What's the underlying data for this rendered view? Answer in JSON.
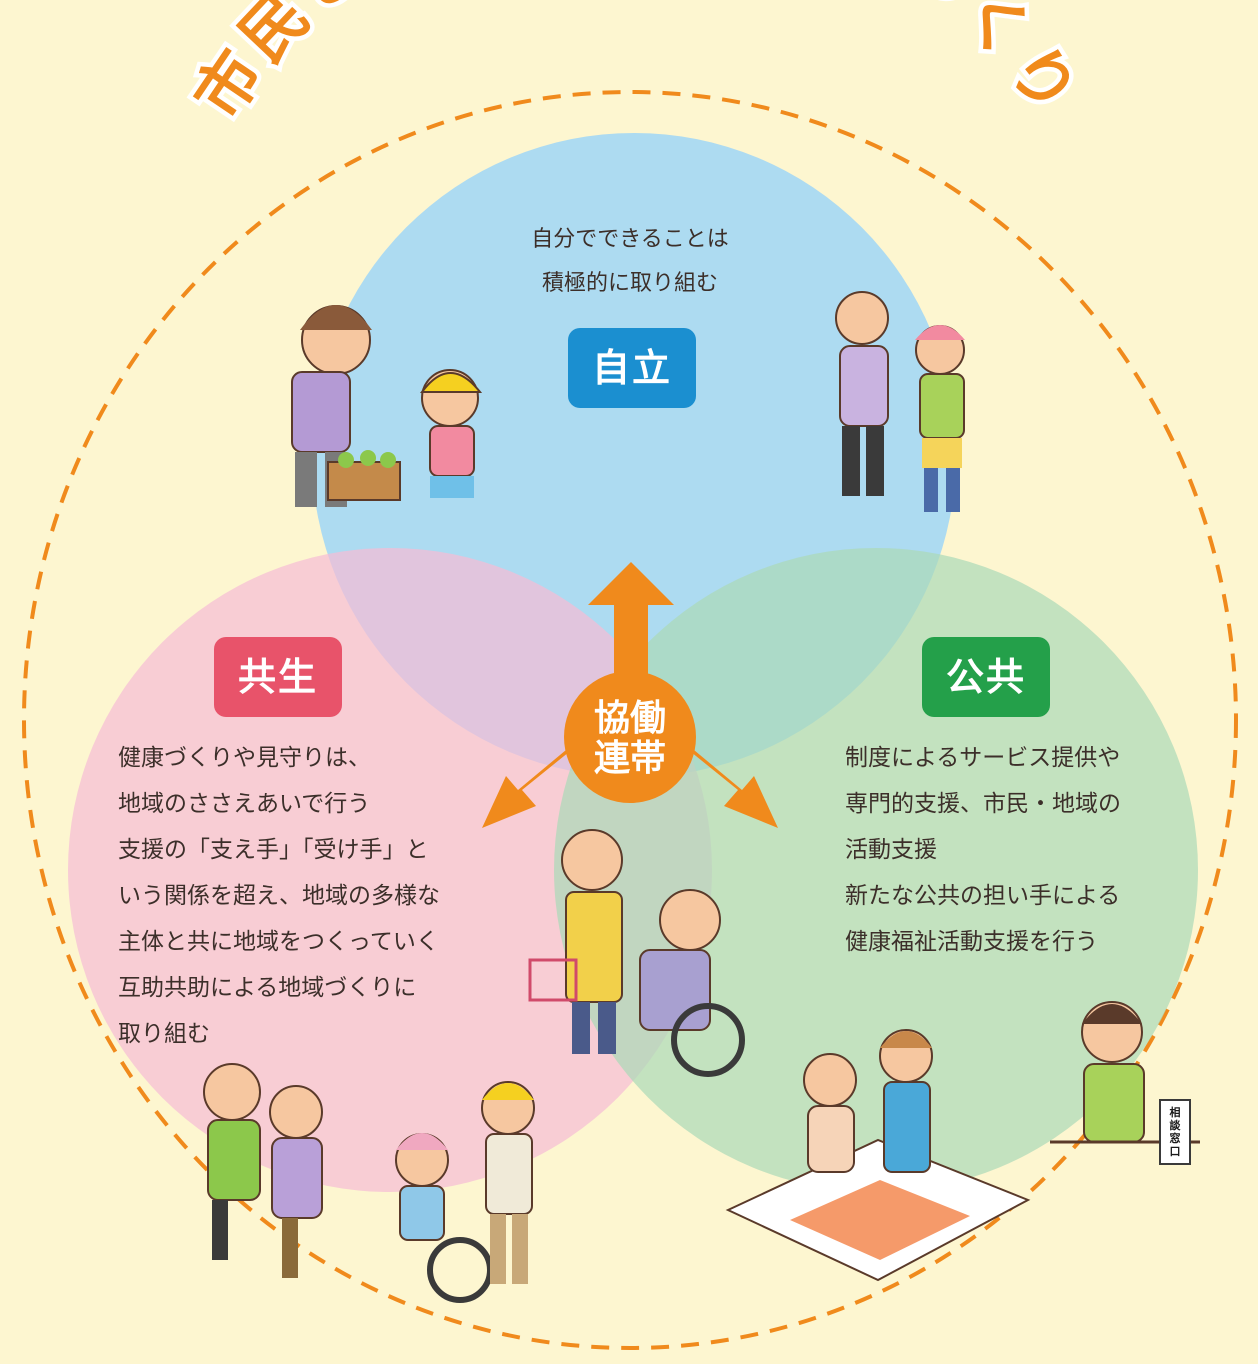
{
  "title": "市民と市との協働のまちづくり",
  "center": {
    "line1": "協働",
    "line2": "連帯"
  },
  "jiritsu": {
    "label": "自立",
    "lines": [
      "自分でできることは",
      "積極的に取り組む"
    ]
  },
  "kyosei": {
    "label": "共生",
    "lines": [
      "健康づくりや見守りは、",
      "地域のささえあいで行う",
      "支援の「支え手」「受け手」と",
      "いう関係を超え、地域の多様な",
      "主体と共に地域をつくっていく",
      "互助共助による地域づくりに",
      "取り組む"
    ]
  },
  "kokyo": {
    "label": "公共",
    "lines": [
      "制度によるサービス提供や",
      "専門的支援、市民・地域の",
      "活動支援",
      "新たな公共の担い手による",
      "健康福祉活動支援を行う"
    ]
  },
  "sign": "相談窓口",
  "colors": {
    "background": "#fdf6d0",
    "title": "#f08a1c",
    "dashed_circle": "#f08a1c",
    "jiritsu_circle": "#a9d9f2",
    "kyosei_circle": "#f5bdd6",
    "kokyo_circle": "#acdab8",
    "jiritsu_badge": "#1b8fd0",
    "kyosei_badge": "#e8536a",
    "kokyo_badge": "#24a04a",
    "arrow": "#f08a1c"
  }
}
